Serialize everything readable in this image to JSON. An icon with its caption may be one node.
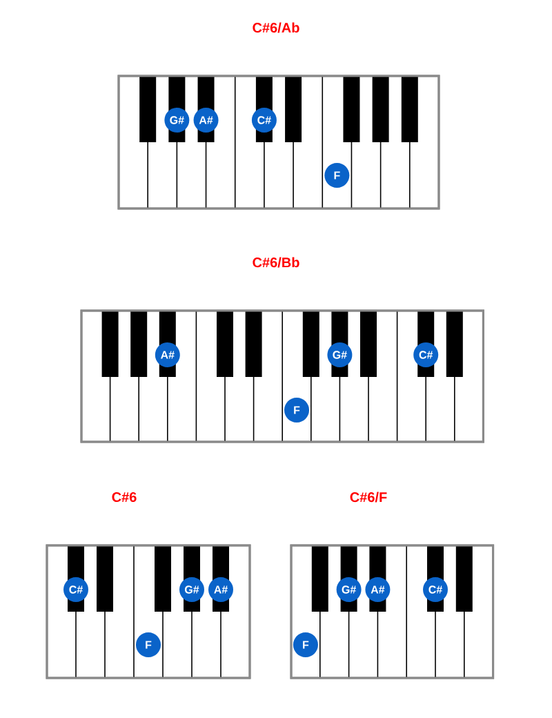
{
  "diagram": {
    "nodes": [
      {
        "text": [
          "C#6/Ab"
        ]
      },
      {
        "text": [
          "G#"
        ],
        "in": 0
      },
      {
        "text": [
          "A#"
        ],
        "in": 0
      },
      {
        "text": [
          "C#"
        ],
        "in": 0
      },
      {
        "text": [
          "F"
        ],
        "in": 0
      },
      {
        "text": [
          "C#6/Bb"
        ]
      },
      {
        "text": [
          "A#"
        ],
        "in": 5
      },
      {
        "text": [
          "F"
        ],
        "in": 5
      },
      {
        "text": [
          "G#"
        ],
        "in": 5
      },
      {
        "text": [
          "C#"
        ],
        "in": 5
      },
      {
        "text": [
          "C#6"
        ]
      },
      {
        "text": [
          "C#"
        ],
        "in": 10
      },
      {
        "text": [
          "F"
        ],
        "in": 10
      },
      {
        "text": [
          "G#"
        ],
        "in": 10
      },
      {
        "text": [
          "A#"
        ],
        "in": 10
      },
      {
        "text": [
          "C#6/F"
        ]
      },
      {
        "text": [
          "F"
        ],
        "in": 15
      },
      {
        "text": [
          "G#"
        ],
        "in": 15
      },
      {
        "text": [
          "A#"
        ],
        "in": 15
      },
      {
        "text": [
          "C#"
        ],
        "in": 15
      }
    ]
  }
}
